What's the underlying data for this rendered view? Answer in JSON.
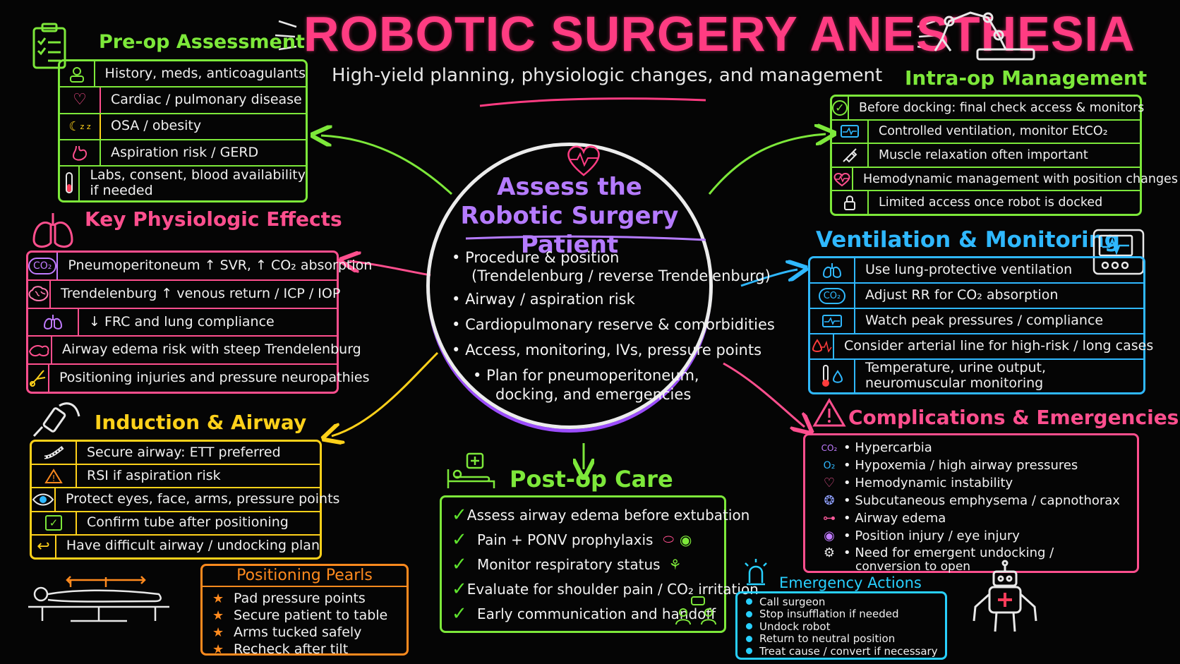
{
  "header": {
    "title": "ROBOTIC SURGERY ANESTHESIA",
    "subtitle": "High-yield planning, physiologic changes, and management"
  },
  "center": {
    "title_line1": "Assess the",
    "title_line2": "Robotic Surgery Patient",
    "bullets": [
      "Procedure & position",
      "(Trendelenburg / reverse Trendelenburg)",
      "Airway / aspiration risk",
      "Cardiopulmonary reserve & comorbidities",
      "Access, monitoring, IVs, pressure points",
      "Plan for pneumoperitoneum,",
      "docking, and emergencies"
    ]
  },
  "preop": {
    "title": "Pre-op Assessment",
    "rows": [
      {
        "icon": "person-icon",
        "text": "History, meds, anticoagulants"
      },
      {
        "icon": "heart-icon",
        "text": "Cardiac / pulmonary disease"
      },
      {
        "icon": "moon-sleep-icon",
        "text": "OSA / obesity",
        "glyph": "z z"
      },
      {
        "icon": "stomach-icon",
        "text": "Aspiration risk / GERD"
      },
      {
        "icon": "test-tube-icon",
        "text": "Labs, consent, blood availability",
        "text2": "if needed"
      }
    ]
  },
  "physio": {
    "title": "Key Physiologic Effects",
    "rows": [
      {
        "icon": "co2-icon",
        "glyph": "CO₂",
        "text": "Pneumoperitoneum ↑ SVR, ↑ CO₂ absorption"
      },
      {
        "icon": "brain-icon",
        "text": "Trendelenburg ↑ venous return / ICP / IOP"
      },
      {
        "icon": "lungs-icon",
        "text": "↓ FRC and lung compliance"
      },
      {
        "icon": "airway-edema-icon",
        "text": "Airway edema risk with steep Trendelenburg"
      },
      {
        "icon": "nerve-icon",
        "text": "Positioning injuries and pressure neuropathies"
      }
    ]
  },
  "induction": {
    "title": "Induction & Airway",
    "rows": [
      {
        "icon": "ett-tube-icon",
        "text": "Secure airway: ETT preferred"
      },
      {
        "icon": "warning-icon",
        "glyph": "!",
        "text": "RSI if aspiration risk"
      },
      {
        "icon": "eye-icon",
        "text": "Protect eyes, face, arms, pressure points"
      },
      {
        "icon": "checkbox-icon",
        "glyph": "✓",
        "text": "Confirm tube after positioning"
      },
      {
        "icon": "return-arrow-icon",
        "glyph": "↩",
        "text": "Have difficult airway / undocking plan"
      }
    ]
  },
  "positioning": {
    "title": "Positioning Pearls",
    "items": [
      "Pad pressure points",
      "Secure patient to table",
      "Arms tucked safely",
      "Recheck after tilt"
    ]
  },
  "intraop": {
    "title": "Intra-op Management",
    "rows": [
      {
        "icon": "check-circle-icon",
        "glyph": "✓",
        "text": "Before docking: final check access & monitors"
      },
      {
        "icon": "monitor-waveform-icon",
        "text": "Controlled ventilation, monitor EtCO₂"
      },
      {
        "icon": "syringe-icon",
        "text": "Muscle relaxation often important"
      },
      {
        "icon": "heart-pulse-icon",
        "text": "Hemodynamic management with position changes"
      },
      {
        "icon": "lock-icon",
        "text": "Limited access once robot is docked"
      }
    ]
  },
  "ventilation": {
    "title": "Ventilation & Monitoring",
    "rows": [
      {
        "icon": "lungs-icon",
        "text": "Use lung-protective ventilation"
      },
      {
        "icon": "co2-icon",
        "glyph": "CO₂",
        "text": "Adjust RR for CO₂ absorption"
      },
      {
        "icon": "waveform-icon",
        "text": "Watch peak pressures / compliance"
      },
      {
        "icon": "blood-pulse-icon",
        "text": "Consider arterial line for high-risk / long cases"
      },
      {
        "icon": "thermometer-drop-icon",
        "text": "Temperature, urine output,",
        "text2": "neuromuscular monitoring"
      }
    ]
  },
  "complications": {
    "title": "Complications & Emergencies",
    "items": [
      {
        "icon": "co2-cloud-icon",
        "glyph": "CO₂",
        "text": "Hypercarbia"
      },
      {
        "icon": "o2-icon",
        "glyph": "O₂",
        "text": "Hypoxemia / high airway pressures"
      },
      {
        "icon": "heart-pulse-icon",
        "text": "Hemodynamic instability"
      },
      {
        "icon": "emphysema-icon",
        "text": "Subcutaneous emphysema / capnothorax"
      },
      {
        "icon": "airway-icon",
        "text": "Airway edema"
      },
      {
        "icon": "eye-icon",
        "text": "Position injury / eye injury"
      },
      {
        "icon": "robot-arm-icon",
        "text": "Need for emergent undocking /",
        "text2": "conversion to open"
      }
    ]
  },
  "postop": {
    "title": "Post-op Care",
    "items": [
      "Assess airway edema before extubation",
      "Pain + PONV prophylaxis",
      "Monitor respiratory status",
      "Evaluate for shoulder pain / CO₂ irritation",
      "Early communication and handoff"
    ]
  },
  "emergency": {
    "title": "Emergency Actions",
    "items": [
      "Call surgeon",
      "Stop insufflation if needed",
      "Undock robot",
      "Return to neutral position",
      "Treat cause / convert if necessary"
    ]
  },
  "colors": {
    "title": "#ff3c82",
    "preop": "#7de83a",
    "physio": "#ff4f8e",
    "induction": "#ffd11a",
    "positioning": "#ff8a1e",
    "intraop": "#7de83a",
    "ventilation": "#2fb8ff",
    "complications": "#ff4f8e",
    "emergency": "#28d0ff",
    "center": "#b57bff"
  }
}
